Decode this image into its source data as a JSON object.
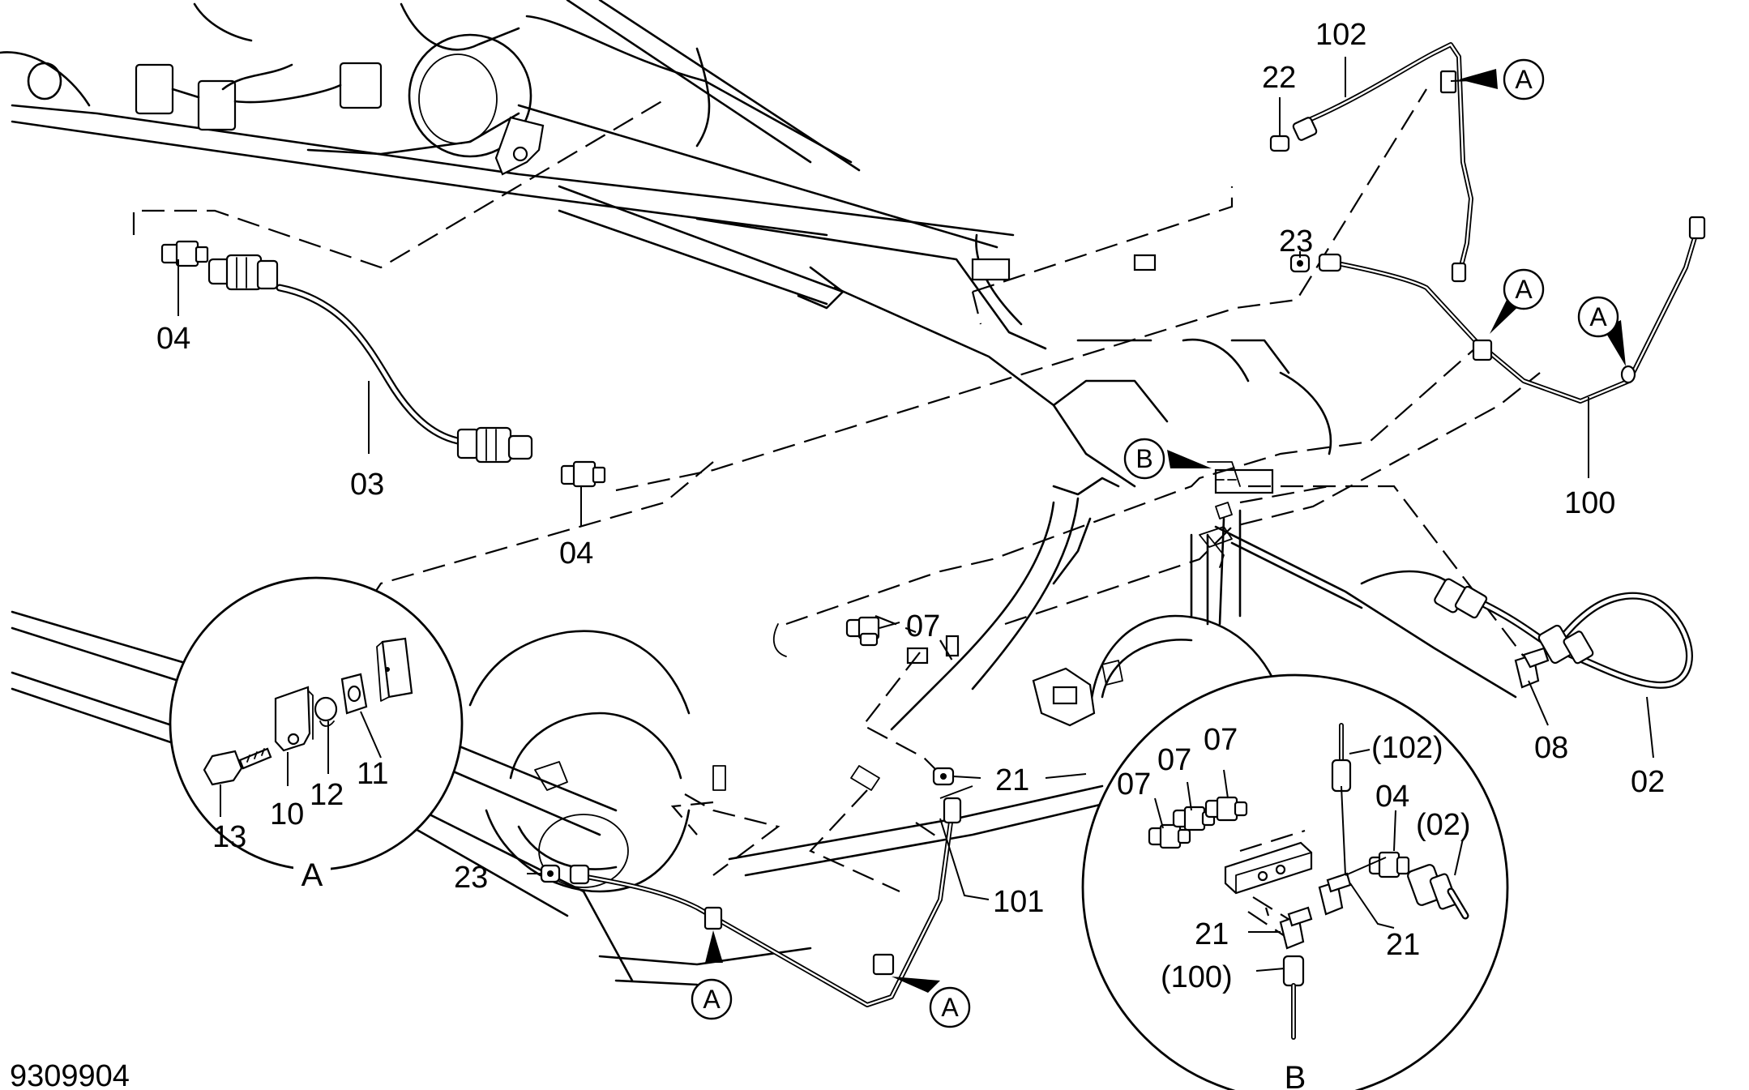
{
  "drawing_number": "9309904",
  "callouts": {
    "c102": "102",
    "c22": "22",
    "c23_top": "23",
    "c04_left": "04",
    "c03": "03",
    "c04_mid": "04",
    "c100": "100",
    "c07_main": "07",
    "c08": "08",
    "c02": "02",
    "c21_main": "21",
    "c101": "101",
    "c23_bottom": "23"
  },
  "ref_markers": {
    "a_top_right": "A",
    "a_mid": "A",
    "a_right": "A",
    "a_bottom_left": "A",
    "a_bottom_right": "A",
    "b_main": "B"
  },
  "detail_a": {
    "label": "A",
    "parts": {
      "p13": "13",
      "p10": "10",
      "p12": "12",
      "p11": "11"
    }
  },
  "detail_b": {
    "label": "B",
    "parts": {
      "p07a": "07",
      "p07b": "07",
      "p07c": "07",
      "p102": "(102)",
      "p04": "04",
      "p02": "(02)",
      "p21a": "21",
      "p21b": "21",
      "p100": "(100)"
    }
  }
}
